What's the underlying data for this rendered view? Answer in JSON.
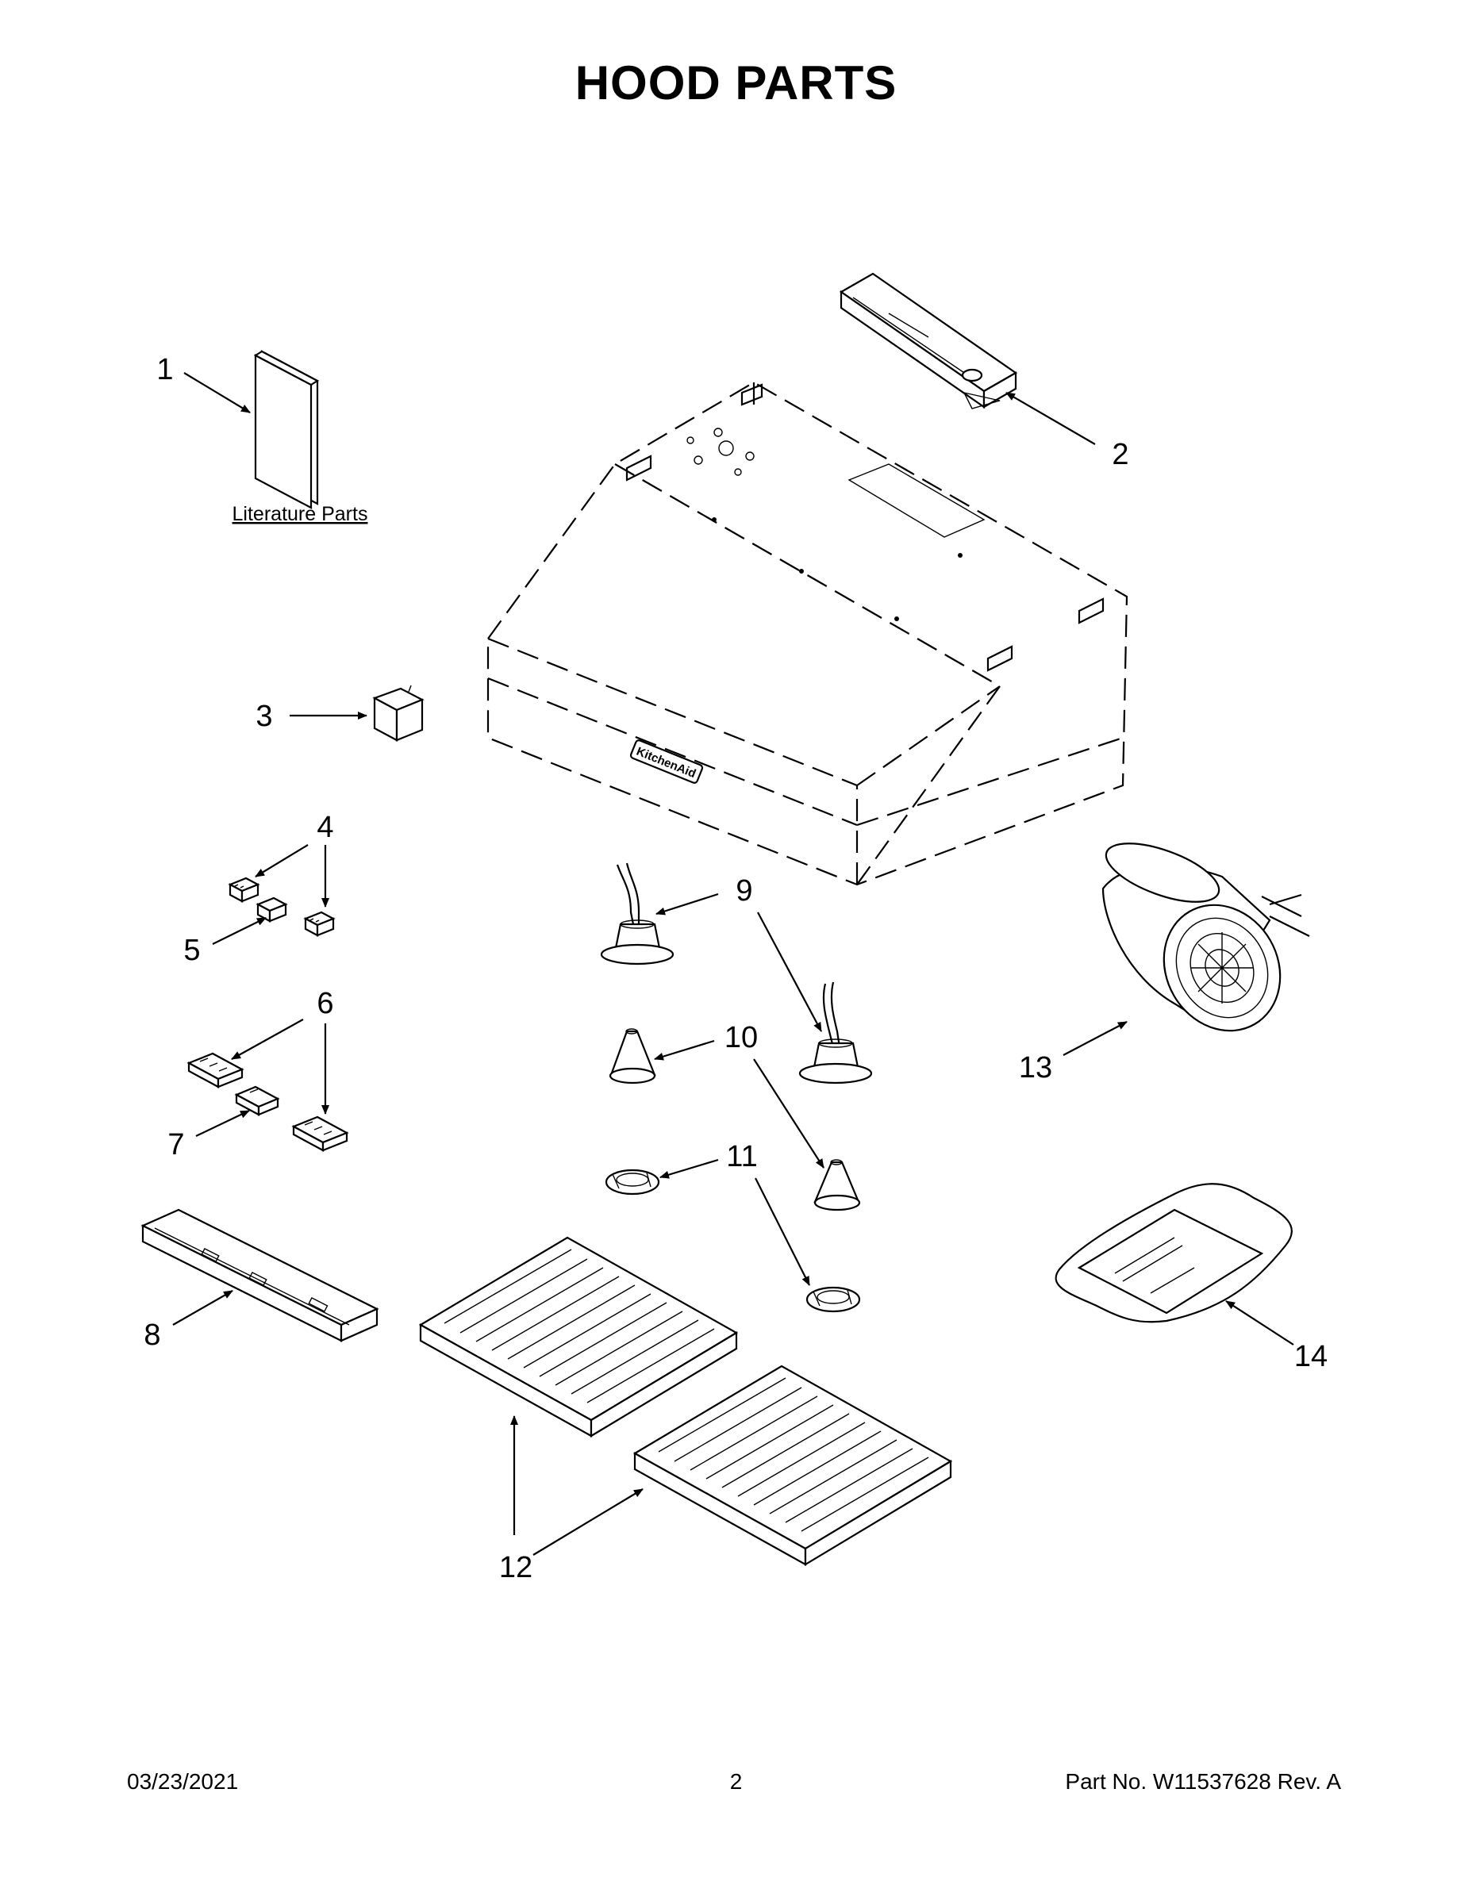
{
  "page": {
    "title": "HOOD PARTS",
    "literature_label": "Literature Parts",
    "footer": {
      "date": "03/23/2021",
      "page_number": "2",
      "part_number": "Part No.  W11537628  Rev.  A"
    }
  },
  "brand_badge": "KitchenAid",
  "callouts": [
    "1",
    "2",
    "3",
    "4",
    "5",
    "6",
    "7",
    "8",
    "9",
    "10",
    "11",
    "12",
    "13",
    "14"
  ]
}
